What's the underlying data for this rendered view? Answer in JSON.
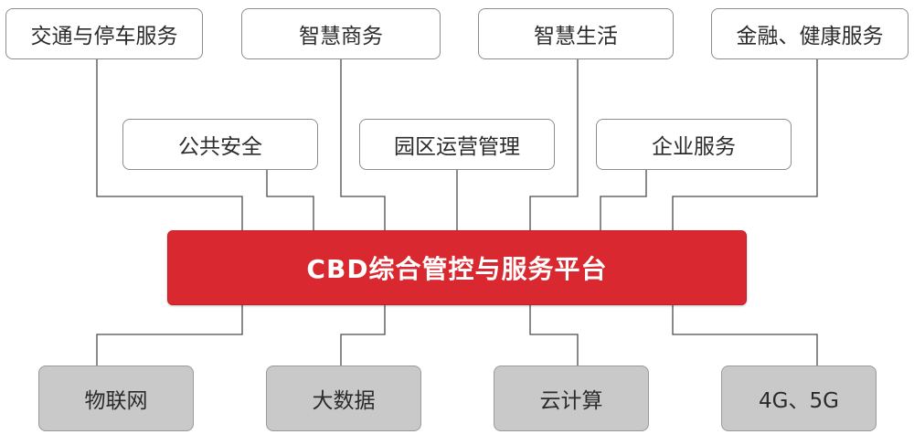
{
  "services": [
    "交通与停车服务",
    "智慧商务",
    "智慧生活",
    "金融、健康服务",
    "公共安全",
    "园区运营管理",
    "企业服务"
  ],
  "core_platform": "CBD综合管控与服务平台",
  "technologies": [
    "物联网",
    "大数据",
    "云计算",
    "4G、5G"
  ],
  "colors": {
    "core_fill": "#d9282f",
    "core_text": "#ffffff",
    "tech_fill": "#c9c9c9",
    "service_fill": "#ffffff",
    "line": "#4a4a4a"
  }
}
